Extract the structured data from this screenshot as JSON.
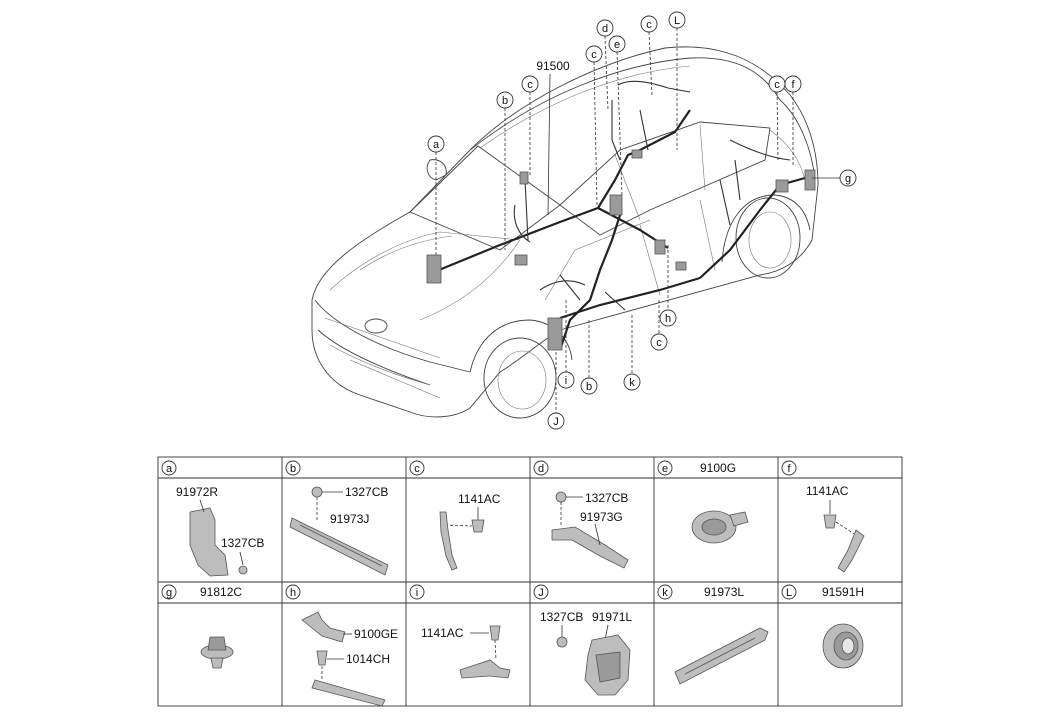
{
  "main_part": "91500",
  "callouts": {
    "a": "a",
    "b1": "b",
    "c1": "c",
    "c2": "c",
    "d": "d",
    "e": "e",
    "c3": "c",
    "L": "L",
    "c4": "c",
    "f": "f",
    "g": "g",
    "h": "h",
    "c5": "c",
    "i": "i",
    "b2": "b",
    "k": "k",
    "J": "J"
  },
  "cells": [
    {
      "letter": "a",
      "labels": [
        "91972R",
        "1327CB"
      ]
    },
    {
      "letter": "b",
      "labels": [
        "1327CB",
        "91973J"
      ]
    },
    {
      "letter": "c",
      "labels": [
        "1141AC"
      ]
    },
    {
      "letter": "d",
      "labels": [
        "1327CB",
        "91973G"
      ]
    },
    {
      "letter": "e",
      "labels": [
        "9100G"
      ]
    },
    {
      "letter": "f",
      "labels": [
        "1141AC"
      ]
    },
    {
      "letter": "g",
      "labels": [
        "91812C"
      ]
    },
    {
      "letter": "h",
      "labels": [
        "9100GE",
        "1014CH"
      ]
    },
    {
      "letter": "i",
      "labels": [
        "1141AC"
      ]
    },
    {
      "letter": "J",
      "labels": [
        "1327CB",
        "91971L"
      ]
    },
    {
      "letter": "k",
      "labels": [
        "91973L"
      ]
    },
    {
      "letter": "L",
      "labels": [
        "91591H"
      ]
    }
  ]
}
